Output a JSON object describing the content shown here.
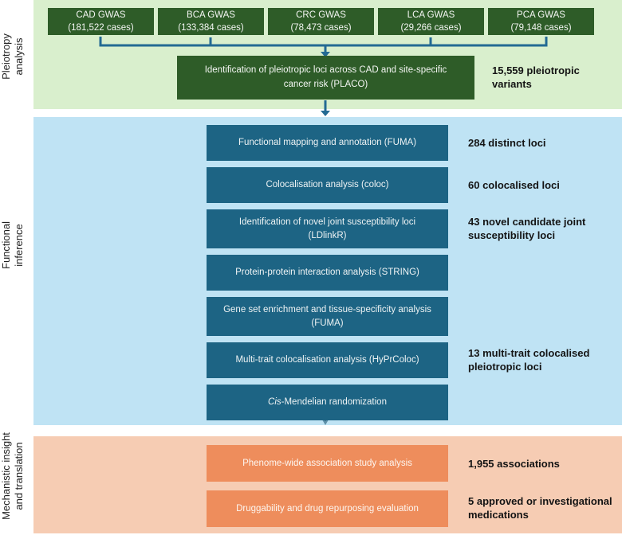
{
  "colors": {
    "dark_green": "#2e5c28",
    "light_green": "#d9efcd",
    "teal": "#1d6484",
    "light_blue": "#bfe3f4",
    "orange": "#ee8d5c",
    "light_orange": "#f6ccb3",
    "connector": "#236a93"
  },
  "pleiotropy": {
    "label_line1": "Pleiotropy",
    "label_line2": "analysis",
    "gwas": [
      {
        "name": "CAD GWAS",
        "cases": "(181,522 cases)"
      },
      {
        "name": "BCA GWAS",
        "cases": "(133,384 cases)"
      },
      {
        "name": "CRC GWAS",
        "cases": "(78,473 cases)"
      },
      {
        "name": "LCA GWAS",
        "cases": "(29,266 cases)"
      },
      {
        "name": "PCA GWAS",
        "cases": "(79,148 cases)"
      }
    ],
    "placo": "Identification of pleiotropic loci across CAD and site-specific cancer risk (PLACO)",
    "annotation": "15,559 pleiotropic variants"
  },
  "functional": {
    "label_line1": "Functional",
    "label_line2": "inference",
    "steps": [
      "Functional mapping and annotation (FUMA)",
      "Colocalisation analysis (coloc)",
      "Identification of novel joint susceptibility loci (LDlinkR)",
      "Protein-protein interaction analysis (STRING)",
      "Gene set enrichment and tissue-specificity analysis (FUMA)",
      "Multi-trait colocalisation analysis (HyPrColoc)"
    ],
    "cis_italic": "Cis",
    "cis_rest": "-Mendelian randomization",
    "annotations": {
      "fuma": "284 distinct loci",
      "coloc": "60 colocalised loci",
      "ldlink": "43 novel candidate joint susceptibility loci",
      "hyprcoloc": "13 multi-trait colocalised pleiotropic loci"
    }
  },
  "mechanistic": {
    "label_line1": "Mechanistic insight",
    "label_line2": "and translation",
    "steps": [
      "Phenome-wide association study analysis",
      "Druggability and drug repurposing evaluation"
    ],
    "annotations": {
      "phewas": "1,955 associations",
      "drug": "5 approved or investigational medications"
    }
  }
}
